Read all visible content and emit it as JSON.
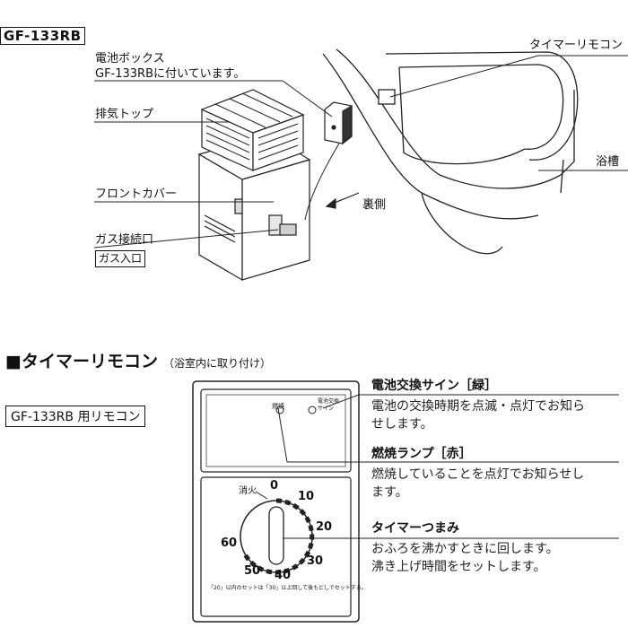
{
  "model_tag": "GF-133RB",
  "diagram": {
    "battery_box": "電池ボックス",
    "battery_box_note": "GF-133RBに付いています。",
    "exhaust_top": "排気トップ",
    "front_cover": "フロントカバー",
    "gas_connection": "ガス接続口",
    "gas_inlet": "ガス入口",
    "back_side": "裏側",
    "timer_remote": "タイマーリモコン",
    "bathtub": "浴槽"
  },
  "section": {
    "title": "■タイマーリモコン",
    "subtitle": "（浴室内に取り付け）",
    "remote_model": "GF-133RB 用リモコン"
  },
  "remote": {
    "lamp_burn": "燃焼",
    "lamp_battery_line1": "電池交換",
    "lamp_battery_line2": "サイン",
    "off_label": "消火",
    "dial_numbers": [
      "0",
      "10",
      "20",
      "30",
      "40",
      "50",
      "60"
    ],
    "bottom_note": "「20」以内のセットは「30」以上回して後もどしでセットする。"
  },
  "descriptions": [
    {
      "title": "電池交換サイン［緑］",
      "lines": [
        "電池の交換時期を点滅・点灯でお知ら",
        "せします。"
      ]
    },
    {
      "title": "燃焼ランプ［赤］",
      "lines": [
        "燃焼していることを点灯でお知らせし",
        "ます。"
      ]
    },
    {
      "title": "タイマーつまみ",
      "lines": [
        "おふろを沸かすときに回します。",
        "沸き上げ時間をセットします。"
      ]
    }
  ]
}
